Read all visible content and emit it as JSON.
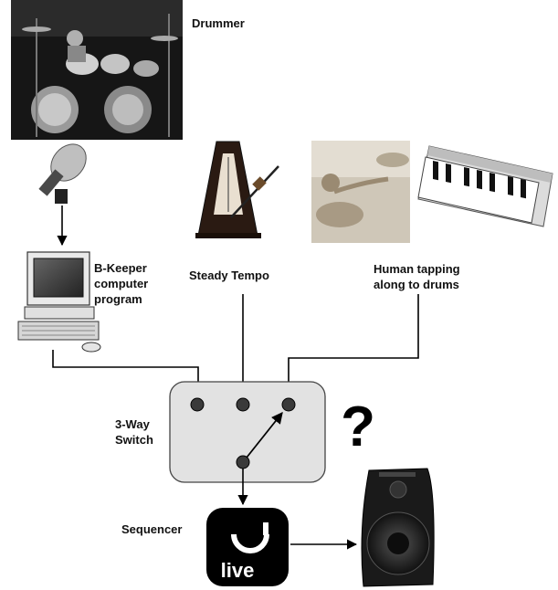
{
  "labels": {
    "drummer": "Drummer",
    "bkeeper_line1": "B-Keeper",
    "bkeeper_line2": "computer",
    "bkeeper_line3": "program",
    "steady_tempo": "Steady Tempo",
    "human_line1": "Human tapping",
    "human_line2": "along to drums",
    "switch_line1": "3-Way",
    "switch_line2": "Switch",
    "question": "?",
    "sequencer": "Sequencer",
    "live_logo": "live"
  },
  "icons": [
    "drummer-photo",
    "microphone-icon",
    "computer-icon",
    "metronome-icon",
    "michelangelo-image",
    "midi-keyboard-icon",
    "live-logo-icon",
    "speaker-icon"
  ],
  "switch_state": "connected-to-human-tapping",
  "colors": {
    "switch_fill": "#e2e2e2",
    "node": "#3a3a3a",
    "line": "#000000"
  }
}
